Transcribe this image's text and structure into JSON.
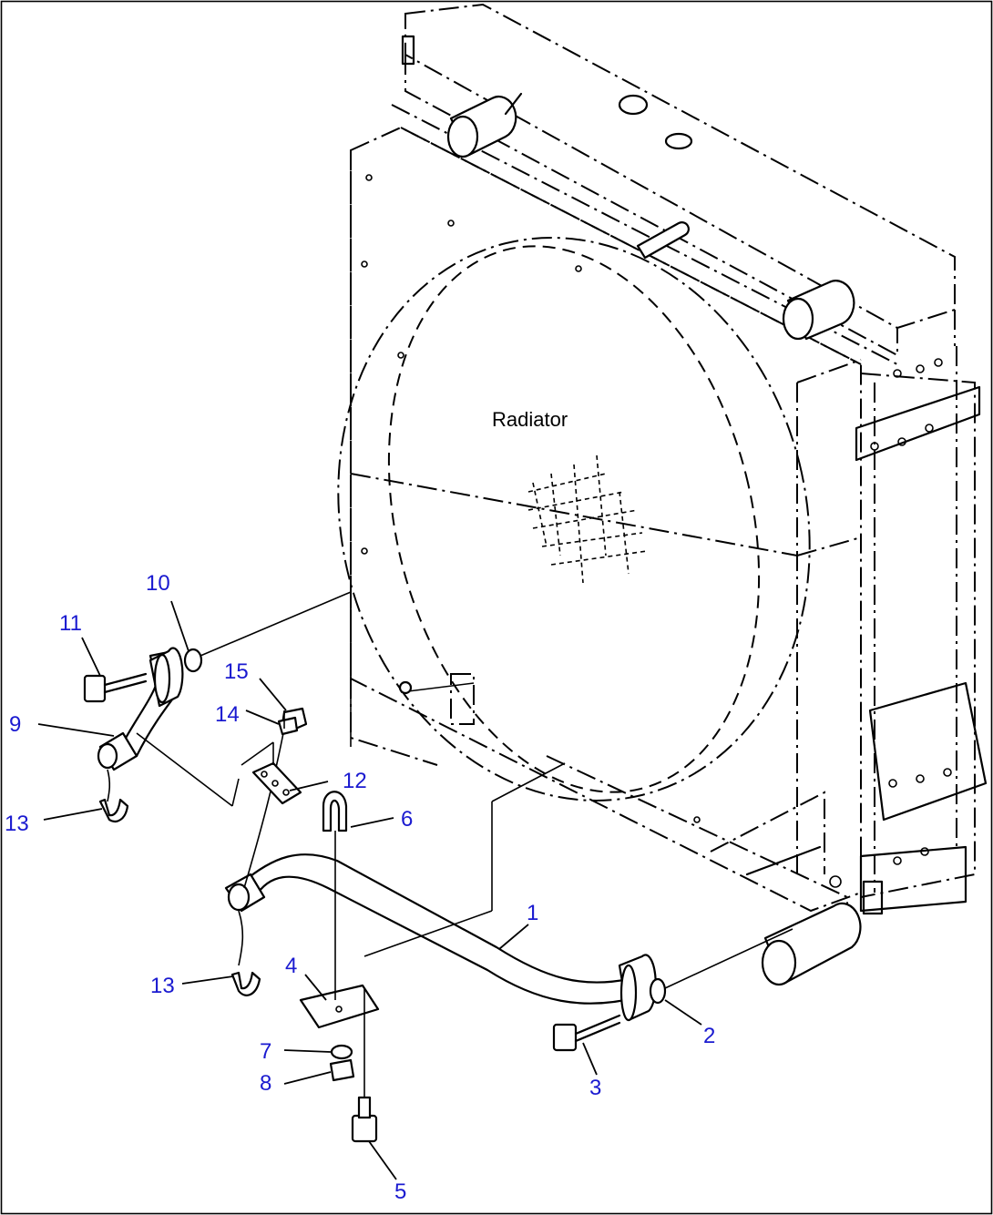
{
  "diagram": {
    "main_label": "Radiator",
    "callouts": {
      "c1": "1",
      "c2": "2",
      "c3": "3",
      "c4": "4",
      "c5": "5",
      "c6": "6",
      "c7": "7",
      "c8": "8",
      "c9": "9",
      "c10": "10",
      "c11": "11",
      "c12": "12",
      "c13a": "13",
      "c13b": "13",
      "c14": "14",
      "c15": "15"
    },
    "colors": {
      "callout": "#1a1ad0",
      "line": "#000000",
      "background": "#ffffff"
    }
  }
}
